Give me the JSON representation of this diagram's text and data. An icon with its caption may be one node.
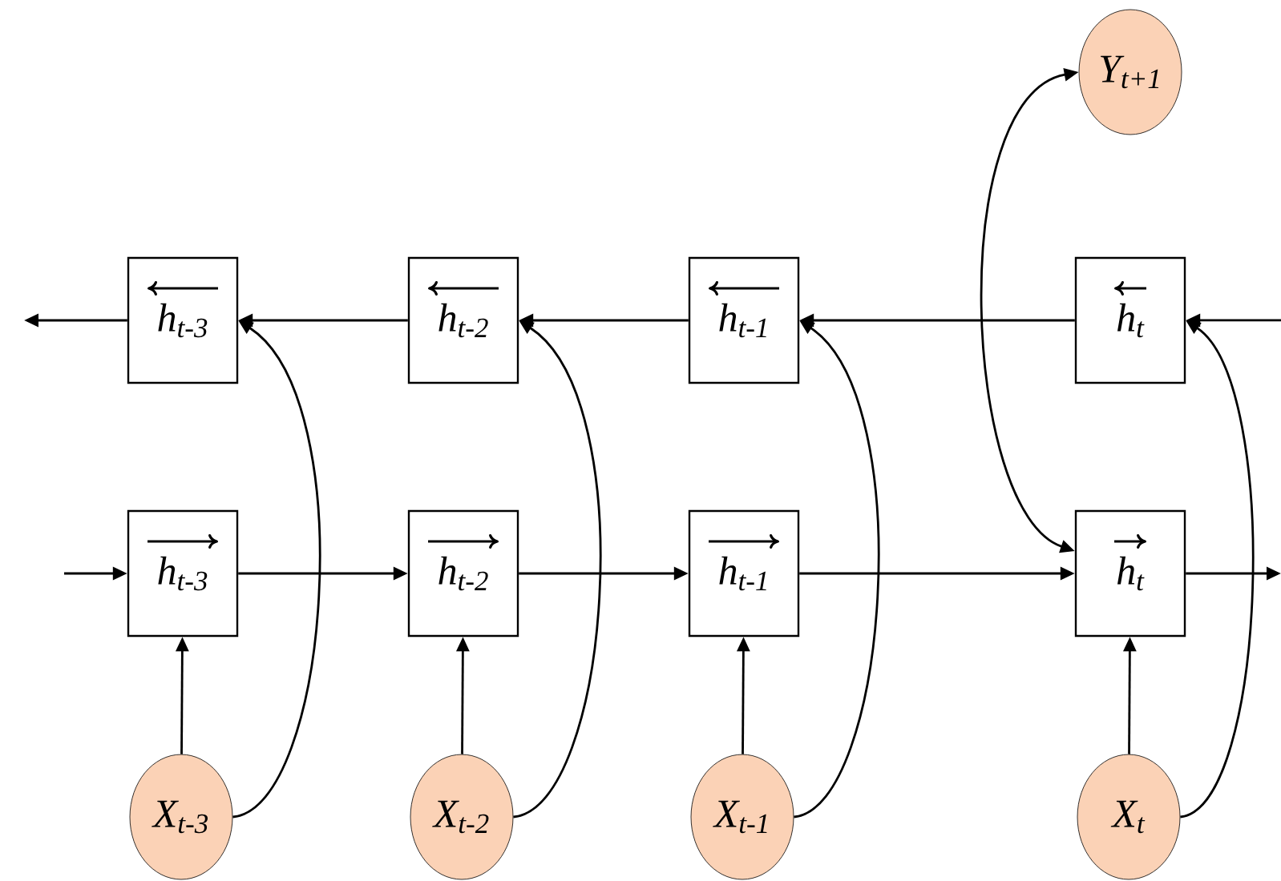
{
  "diagram": {
    "nodes": [
      {
        "text": [
          "Y$_{t+1}$"
        ]
      },
      {
        "text": [
          "h$_{t-3}$"
        ]
      },
      {
        "text": [
          "h$_{t-2}$"
        ]
      },
      {
        "text": [
          "h$_{t-1}$"
        ]
      },
      {
        "text": [
          "h$_{t}$"
        ]
      },
      {
        "text": [
          "h$_{t-3}$"
        ]
      },
      {
        "text": [
          "h$_{t-2}$"
        ]
      },
      {
        "text": [
          "h$_{t-1}$"
        ]
      },
      {
        "text": [
          "h$_{t}$"
        ]
      },
      {
        "text": [
          "X$_{t-3}$"
        ]
      },
      {
        "text": [
          "X$_{t-2}$"
        ]
      },
      {
        "text": [
          "X$_{t-1}$"
        ]
      },
      {
        "text": [
          "X$_{t}$"
        ]
      }
    ],
    "edges": [
      {
        "from": 1,
        "to": null,
        "arrow": "to"
      },
      {
        "from": 2,
        "to": 1,
        "arrow": "to"
      },
      {
        "from": 3,
        "to": 2,
        "arrow": "to"
      },
      {
        "from": 4,
        "to": 3,
        "arrow": "to"
      },
      {
        "from": null,
        "to": 4,
        "arrow": "to"
      },
      {
        "from": null,
        "to": 5,
        "arrow": "to"
      },
      {
        "from": 5,
        "to": 6,
        "arrow": "to"
      },
      {
        "from": 6,
        "to": 7,
        "arrow": "to"
      },
      {
        "from": 7,
        "to": 8,
        "arrow": "to"
      },
      {
        "from": 8,
        "to": null,
        "arrow": "to"
      },
      {
        "from": 9,
        "to": 5,
        "arrow": "to"
      },
      {
        "from": 10,
        "to": 6,
        "arrow": "to"
      },
      {
        "from": 11,
        "to": 7,
        "arrow": "to"
      },
      {
        "from": 12,
        "to": 8,
        "arrow": "to"
      },
      {
        "from": 9,
        "to": 1,
        "arrow": "to"
      },
      {
        "from": 10,
        "to": 2,
        "arrow": "to"
      },
      {
        "from": 11,
        "to": 3,
        "arrow": "to"
      },
      {
        "from": 12,
        "to": 4,
        "arrow": "to"
      },
      {
        "from": 8,
        "to": 0,
        "arrow": "both"
      }
    ]
  }
}
